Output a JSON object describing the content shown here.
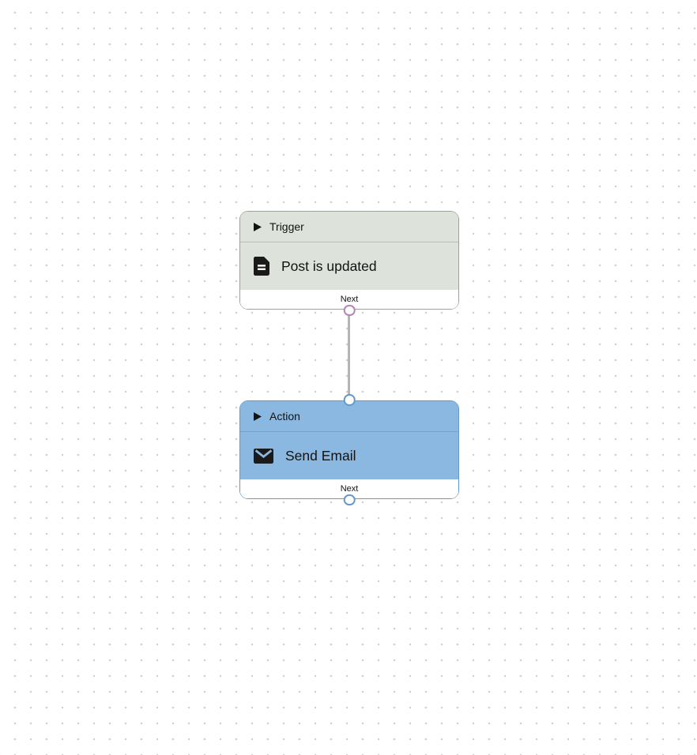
{
  "canvas": {
    "dot_color": "#cccccc",
    "background": "#ffffff"
  },
  "connector": {
    "color": "#b5b5b5",
    "from": "trigger-next-port",
    "to": "action-input-port"
  },
  "nodes": [
    {
      "type": "trigger",
      "header_label": "Trigger",
      "body_label": "Post is updated",
      "footer_label": "Next",
      "icon": "document-icon",
      "colors": {
        "fill": "#dde3da",
        "border": "#9aa09b",
        "divider": "#b8bfb6",
        "port": "#b287b2"
      }
    },
    {
      "type": "action",
      "header_label": "Action",
      "body_label": "Send Email",
      "footer_label": "Next",
      "icon": "email-icon",
      "colors": {
        "fill": "#8ab8e0",
        "border": "#6699c6",
        "divider": "#79a3c8",
        "port": "#6699c6"
      }
    }
  ]
}
